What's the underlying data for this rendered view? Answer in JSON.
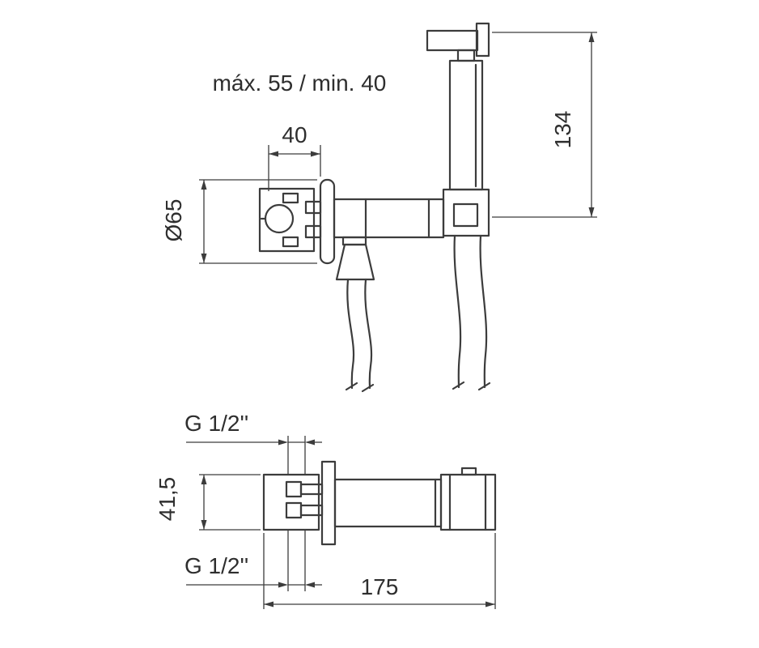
{
  "front_view": {
    "label_depth_range": "máx. 55 / min. 40",
    "dim_box_width": "40",
    "dim_flange_diameter": "Ø65",
    "dim_spray_height": "134"
  },
  "plan_view": {
    "thread_top": "G 1/2''",
    "dim_body_height": "41,5",
    "thread_bottom": "G 1/2''",
    "dim_total_length": "175"
  },
  "colors": {
    "line": "#3c3c3c",
    "text": "#2e2e2e",
    "background": "#ffffff"
  }
}
